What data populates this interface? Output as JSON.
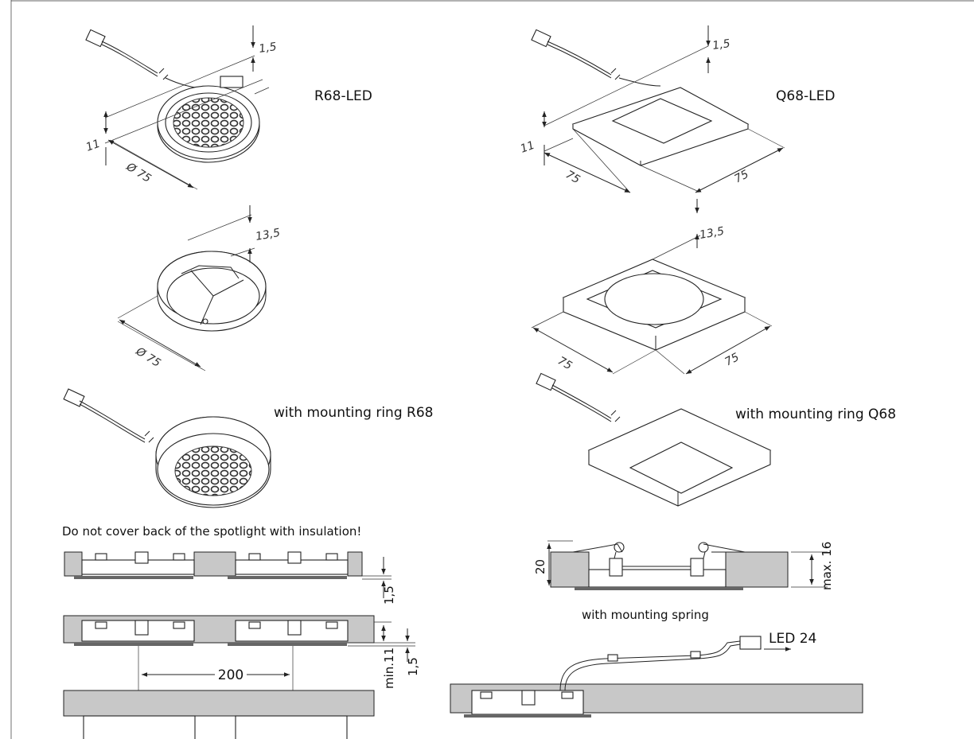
{
  "labels": {
    "r68": "R68-LED",
    "q68": "Q68-LED",
    "ring_r68": "with mounting ring R68",
    "ring_q68": "with mounting ring Q68",
    "insulation_note": "Do not cover back of the spotlight with insulation!",
    "spring": "with mounting spring",
    "led24": "LED 24"
  },
  "dims": {
    "r_thick": "1,5",
    "r_height": "11",
    "r_diam": "Ø 75",
    "r_ring_height": "13,5",
    "r_ring_diam": "Ø 75",
    "q_thick": "1,5",
    "q_height": "11",
    "q_w1": "75",
    "q_w2": "75",
    "q_ring_height": "13,5",
    "q_ring_w1": "75",
    "q_ring_w2": "75",
    "s1_thick": "1,5",
    "s2_min": "min.11",
    "s2_thick": "1,5",
    "spacing": "200",
    "spring_20": "20",
    "spring_max": "max. 16"
  }
}
